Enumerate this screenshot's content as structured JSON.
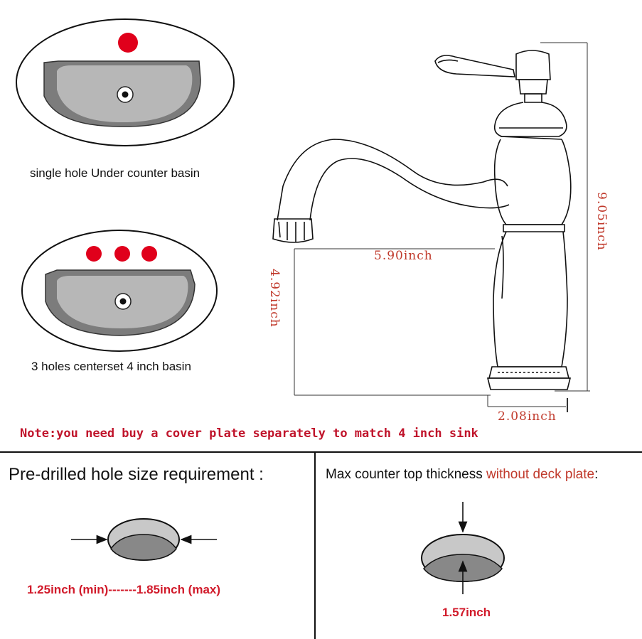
{
  "basins": {
    "single": {
      "caption": "single hole Under counter basin"
    },
    "three": {
      "caption": "3 holes centerset 4 inch basin"
    }
  },
  "dimensions": {
    "height": "9.05inch",
    "spout_reach": "5.90inch",
    "spout_height": "4.92inch",
    "base_diameter": "2.08inch"
  },
  "note": "Note:you need buy a cover plate separately to match 4 inch sink",
  "panels": {
    "left": {
      "title": "Pre-drilled hole size requirement :",
      "range_label": "1.25inch (min)-------1.85inch (max)"
    },
    "right": {
      "title_prefix": "Max counter top thickness ",
      "title_highlight": "without deck plate",
      "title_suffix": ":",
      "thickness_label": "1.57inch"
    }
  },
  "colors": {
    "hole_red": "#e0001b",
    "dim_red": "#c0392b",
    "basin_outer": "#808080",
    "basin_inner": "#b5b5b5"
  }
}
